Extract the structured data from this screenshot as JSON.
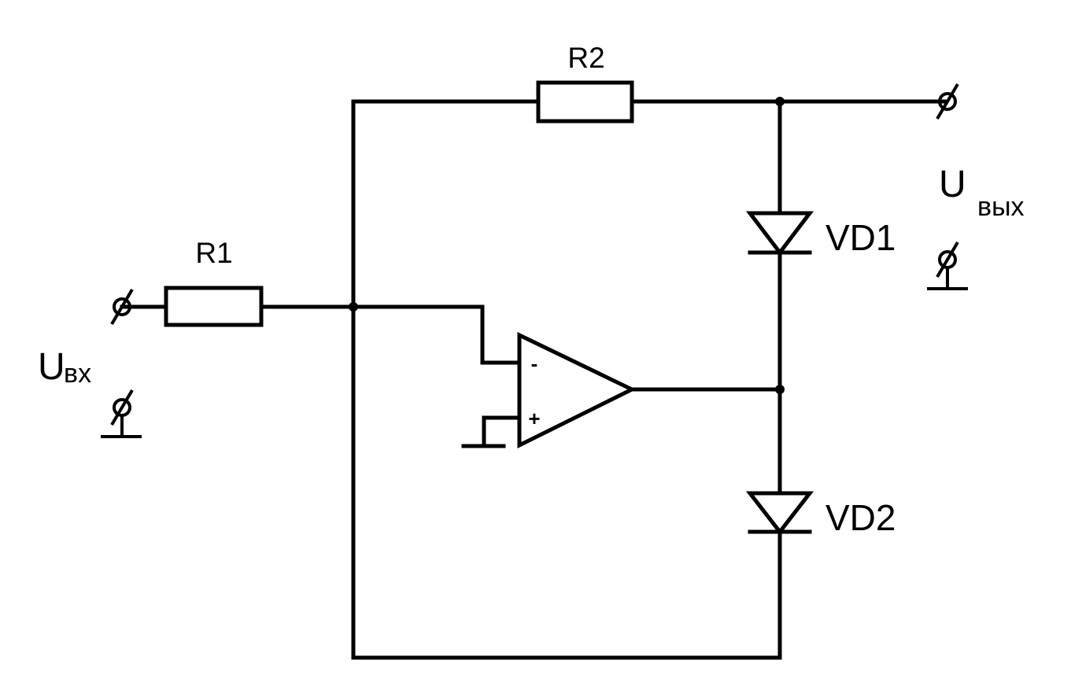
{
  "diagram": {
    "input_label": {
      "main": "U",
      "sub": "вх"
    },
    "output_label": {
      "main": "U",
      "sub": "вых"
    },
    "components": {
      "r1": "R1",
      "r2": "R2",
      "vd1": "VD1",
      "vd2": "VD2"
    },
    "opamp": {
      "minus": "-",
      "plus": "+"
    },
    "colors": {
      "line": "#000000",
      "background": "#ffffff"
    },
    "icons": {
      "terminal": "terminal-icon",
      "ground": "ground-icon",
      "resistor": "resistor-icon",
      "diode": "diode-icon",
      "opamp": "op-amp-icon"
    }
  }
}
